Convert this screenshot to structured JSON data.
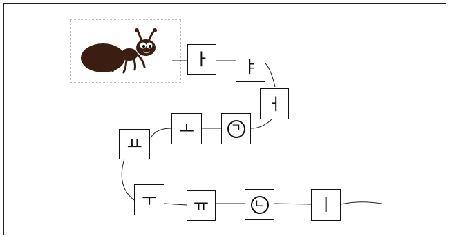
{
  "ant": {
    "icon": "ant-icon",
    "body_color": "#3b1d12"
  },
  "path": {
    "line_color": "#222222"
  },
  "tiles": [
    {
      "char": "ㅏ",
      "style": "plain"
    },
    {
      "char": "ㅑ",
      "style": "plain"
    },
    {
      "char": "ㅓ",
      "style": "plain"
    },
    {
      "char": "ㄱ",
      "style": "circled"
    },
    {
      "char": "ㅗ",
      "style": "plain"
    },
    {
      "char": "ㅛ",
      "style": "plain"
    },
    {
      "char": "ㅜ",
      "style": "plain"
    },
    {
      "char": "ㅠ",
      "style": "plain"
    },
    {
      "char": "ㄴ",
      "style": "circled"
    },
    {
      "char": "ㅣ",
      "style": "plain"
    }
  ]
}
